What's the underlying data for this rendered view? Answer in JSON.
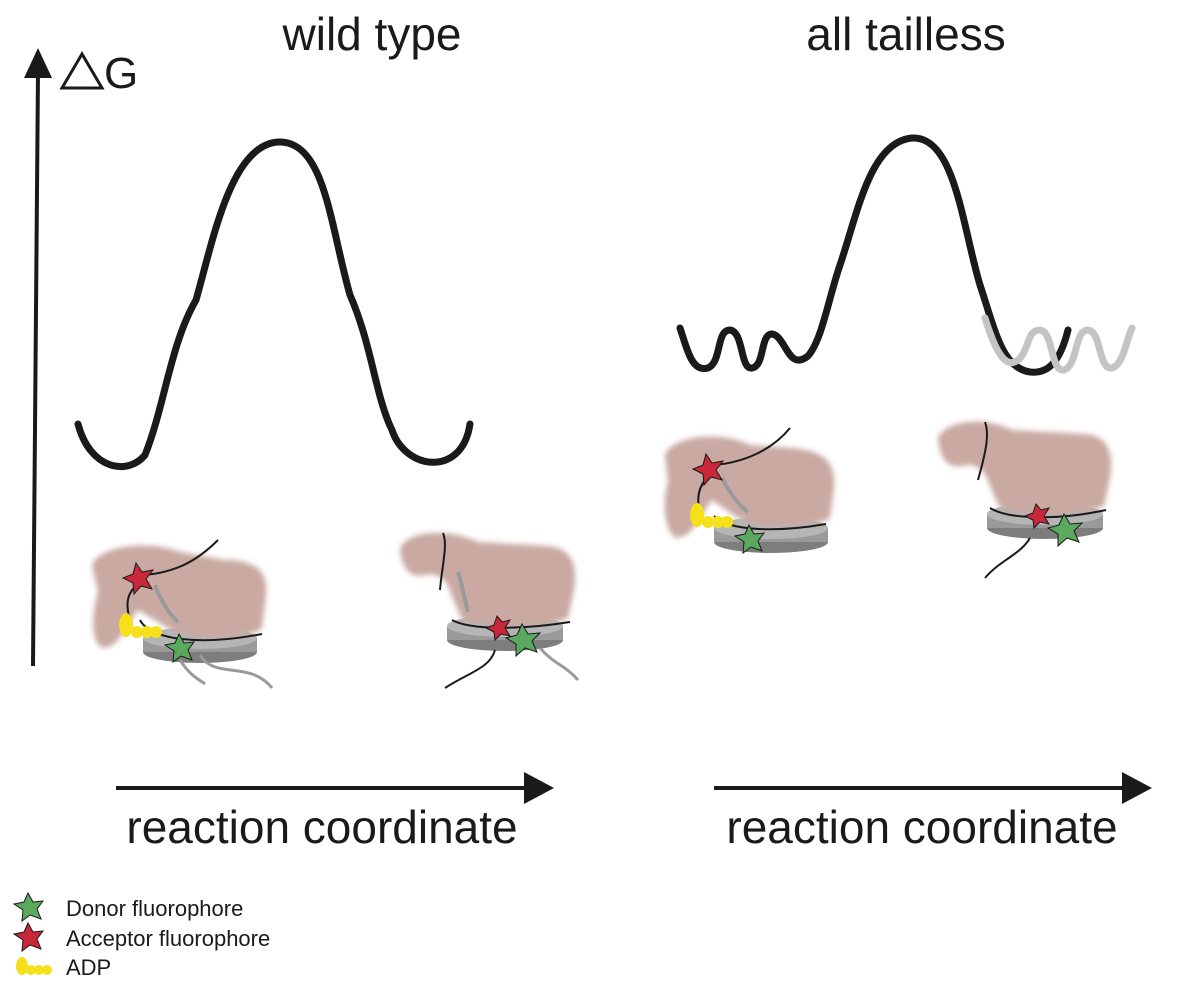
{
  "y_axis": {
    "label": "G"
  },
  "panels": [
    {
      "title": "wild type",
      "x_axis_label": "reaction coordinate"
    },
    {
      "title": "all tailless",
      "x_axis_label": "reaction coordinate"
    }
  ],
  "legend": [
    {
      "label": "Donor fluorophore",
      "icon": "green-star-icon",
      "color": "#5aa95f"
    },
    {
      "label": "Acceptor fluorophore",
      "icon": "red-star-icon",
      "color": "#c8283a"
    },
    {
      "label": "ADP",
      "icon": "yellow-adp-icon",
      "color": "#f5e01a"
    }
  ],
  "colors": {
    "curve": "#1a1a1a",
    "curve_faded": "#c4c4c4",
    "protein": "#c9a9a2",
    "nucleosome": "#8f8f8f",
    "donor": "#5aa95f",
    "acceptor": "#c8283a",
    "adp": "#f5e01a"
  }
}
